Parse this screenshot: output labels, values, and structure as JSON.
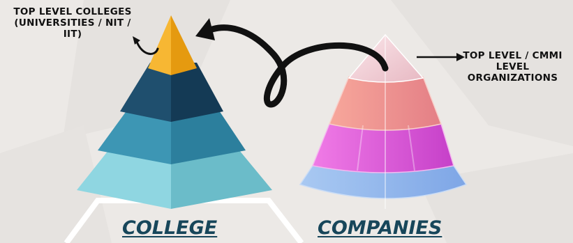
{
  "labels": {
    "top_colleges": "Top level colleges (universities / nit / iit)",
    "top_companies": "top level / cmmi level organizations"
  },
  "captions": {
    "college": "college",
    "companies": "companies"
  },
  "colors": {
    "background": "#ece9e6",
    "college_tier_top": "#f2a81d",
    "college_tier_2": "#173e5a",
    "college_tier_3": "#2f7e9c",
    "college_tier_4": "#7cc9d6",
    "caption_text": "#17465a",
    "arrow": "#111111"
  },
  "icons": [
    "curved-arrow-icon",
    "pyramid-icon",
    "right-arrow-icon"
  ]
}
